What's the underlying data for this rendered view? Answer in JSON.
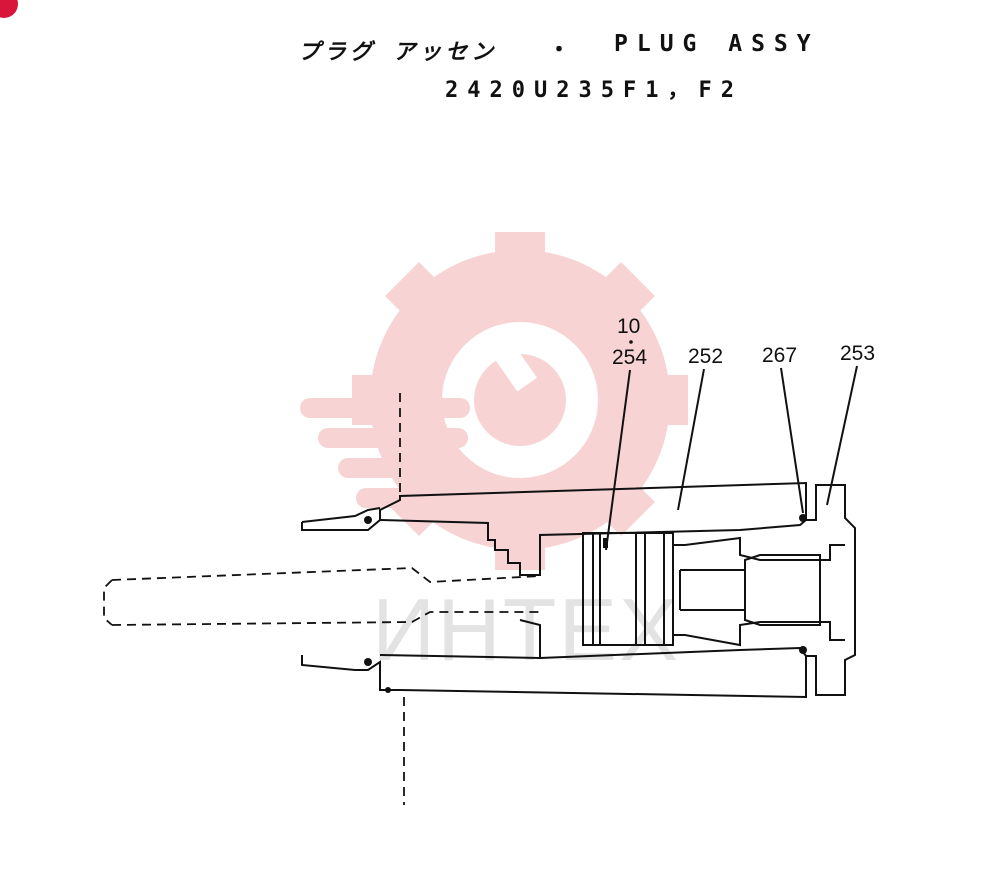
{
  "header": {
    "title_jp": "プラグ アッセン",
    "separator": "・",
    "title_en": "PLUG ASSY",
    "part_number": "2420U235F1，F2"
  },
  "callouts": {
    "c10": "10",
    "c254": "254",
    "c252": "252",
    "c267": "267",
    "c253": "253"
  },
  "watermark": {
    "text": "ИНТЕХ",
    "color": "#f4c6c6"
  },
  "colors": {
    "ink": "#111111",
    "badge": "#d8163b"
  }
}
